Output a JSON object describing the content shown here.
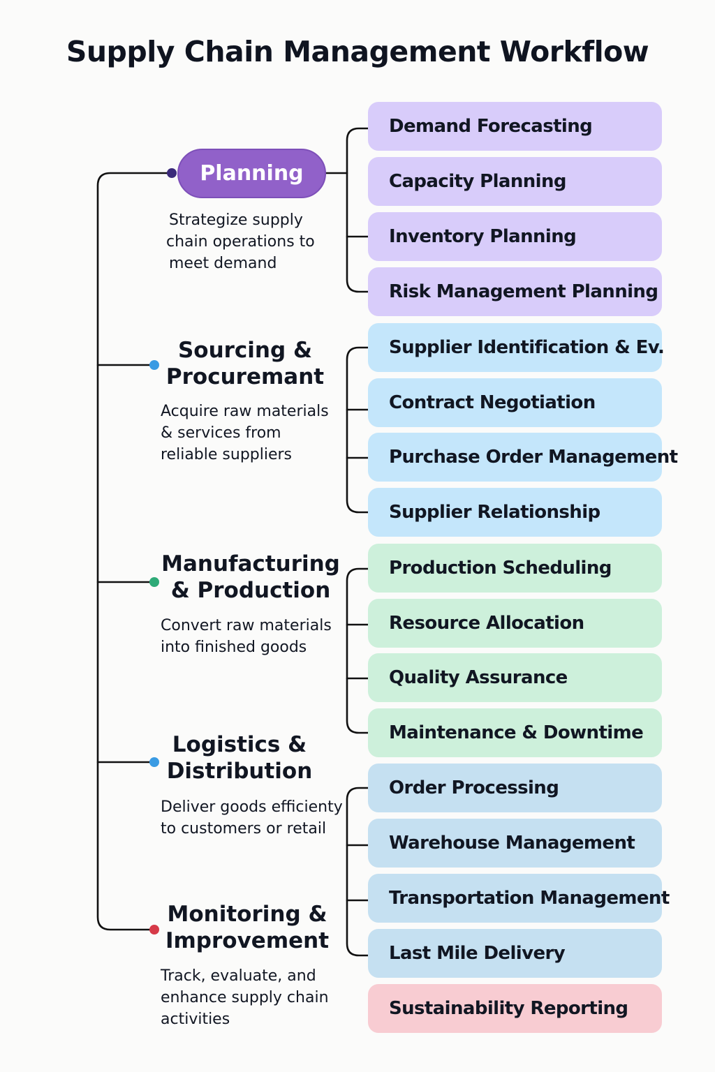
{
  "title": "Supply Chain Management Workflow",
  "colors": {
    "planning": "#d8ccfa",
    "sourcing": "#c4e6fb",
    "manufacturing": "#cdf0db",
    "logistics": "#c5e0f1",
    "monitoring": "#f8ccd2",
    "planning_pill": "#9161c9",
    "dot_planning": "#3b2a7a",
    "dot_sourcing": "#3a9be3",
    "dot_manufacturing": "#2eaa77",
    "dot_logistics": "#3a9be3",
    "dot_monitoring": "#d63a48"
  },
  "stages": [
    {
      "title": "Planning",
      "description": [
        "Strategize supply",
        "chain operations to",
        "meet demand"
      ]
    },
    {
      "title": [
        "Sourcing &",
        "Procuremant"
      ],
      "description": [
        "Acquire raw materials",
        "& services from",
        "reliable suppliers"
      ]
    },
    {
      "title": [
        "Manufacturing",
        "& Production"
      ],
      "description": [
        "Convert raw materials",
        "into finished goods"
      ]
    },
    {
      "title": [
        "Logistics &",
        "Distribution"
      ],
      "description": [
        "Deliver goods efficienty",
        "to customers or retail"
      ]
    },
    {
      "title": [
        "Monitoring &",
        "Improvement"
      ],
      "description": [
        "Track, evaluate, and",
        "enhance supply chain",
        "activities"
      ]
    }
  ],
  "tasks": [
    {
      "label": "Demand Forecasting",
      "stage": "planning"
    },
    {
      "label": "Capacity Planning",
      "stage": "planning"
    },
    {
      "label": "Inventory Planning",
      "stage": "planning"
    },
    {
      "label": "Risk Management Planning",
      "stage": "planning"
    },
    {
      "label": "Supplier Identification & Ev.",
      "stage": "sourcing"
    },
    {
      "label": "Contract Negotiation",
      "stage": "sourcing"
    },
    {
      "label": "Purchase Order Management",
      "stage": "sourcing"
    },
    {
      "label": "Supplier Relationship",
      "stage": "sourcing"
    },
    {
      "label": "Production Scheduling",
      "stage": "manufacturing"
    },
    {
      "label": "Resource Allocation",
      "stage": "manufacturing"
    },
    {
      "label": "Quality Assurance",
      "stage": "manufacturing"
    },
    {
      "label": "Maintenance & Downtime",
      "stage": "manufacturing"
    },
    {
      "label": "Order Processing",
      "stage": "logistics"
    },
    {
      "label": "Warehouse Management",
      "stage": "logistics"
    },
    {
      "label": "Transportation Management",
      "stage": "logistics"
    },
    {
      "label": "Last Mile Delivery",
      "stage": "logistics"
    },
    {
      "label": "Sustainability Reporting",
      "stage": "monitoring"
    }
  ]
}
